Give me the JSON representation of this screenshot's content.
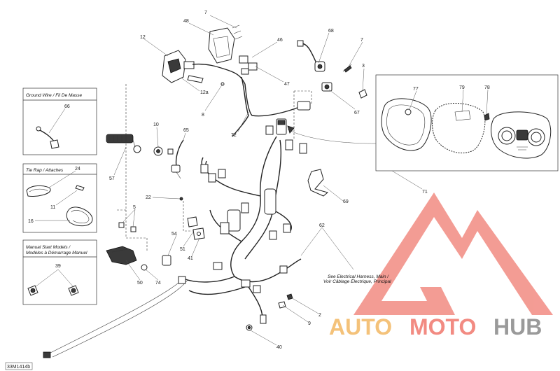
{
  "callouts": [
    {
      "id": "c7a",
      "text": "7"
    },
    {
      "id": "c48",
      "text": "48"
    },
    {
      "id": "c12",
      "text": "12"
    },
    {
      "id": "c12a",
      "text": "12a"
    },
    {
      "id": "c8",
      "text": "8"
    },
    {
      "id": "c46",
      "text": "46"
    },
    {
      "id": "c47",
      "text": "47"
    },
    {
      "id": "c68",
      "text": "68"
    },
    {
      "id": "c7b",
      "text": "7"
    },
    {
      "id": "c3",
      "text": "3"
    },
    {
      "id": "c67",
      "text": "67"
    },
    {
      "id": "c72",
      "text": "72"
    },
    {
      "id": "c77",
      "text": "77"
    },
    {
      "id": "c79",
      "text": "79"
    },
    {
      "id": "c78",
      "text": "78"
    },
    {
      "id": "c66",
      "text": "66"
    },
    {
      "id": "c10",
      "text": "10"
    },
    {
      "id": "c65",
      "text": "65"
    },
    {
      "id": "c57",
      "text": "57"
    },
    {
      "id": "c24",
      "text": "24"
    },
    {
      "id": "c11",
      "text": "11"
    },
    {
      "id": "c16",
      "text": "16"
    },
    {
      "id": "c22",
      "text": "22"
    },
    {
      "id": "c5",
      "text": "5"
    },
    {
      "id": "c71",
      "text": "71"
    },
    {
      "id": "c69",
      "text": "69"
    },
    {
      "id": "c62",
      "text": "62"
    },
    {
      "id": "c54",
      "text": "54"
    },
    {
      "id": "c51",
      "text": "51"
    },
    {
      "id": "c41",
      "text": "41"
    },
    {
      "id": "c39",
      "text": "39"
    },
    {
      "id": "c50",
      "text": "50"
    },
    {
      "id": "c74",
      "text": "74"
    },
    {
      "id": "c2",
      "text": "2"
    },
    {
      "id": "c9",
      "text": "9"
    },
    {
      "id": "c40",
      "text": "40"
    }
  ],
  "boxes": {
    "ground_wire": "Ground Wire / Fil De Masse",
    "tie_rap": "Tie Rap / Attaches",
    "manual_start_1": "Manual Start Models /",
    "manual_start_2": "Modèles à Démarrage Manuel"
  },
  "note": {
    "line1": "See Electrical Harness, Main /",
    "line2": "Voir Câblage Électrique, Principal"
  },
  "diagram_code": "33M1414b",
  "watermark": {
    "part1": "AUTO",
    "part2": "MOTO",
    "part3": "HUB",
    "color_main": "#f28b82",
    "color_accent": "#f4c27a",
    "color_dark": "#9a9a9a"
  }
}
